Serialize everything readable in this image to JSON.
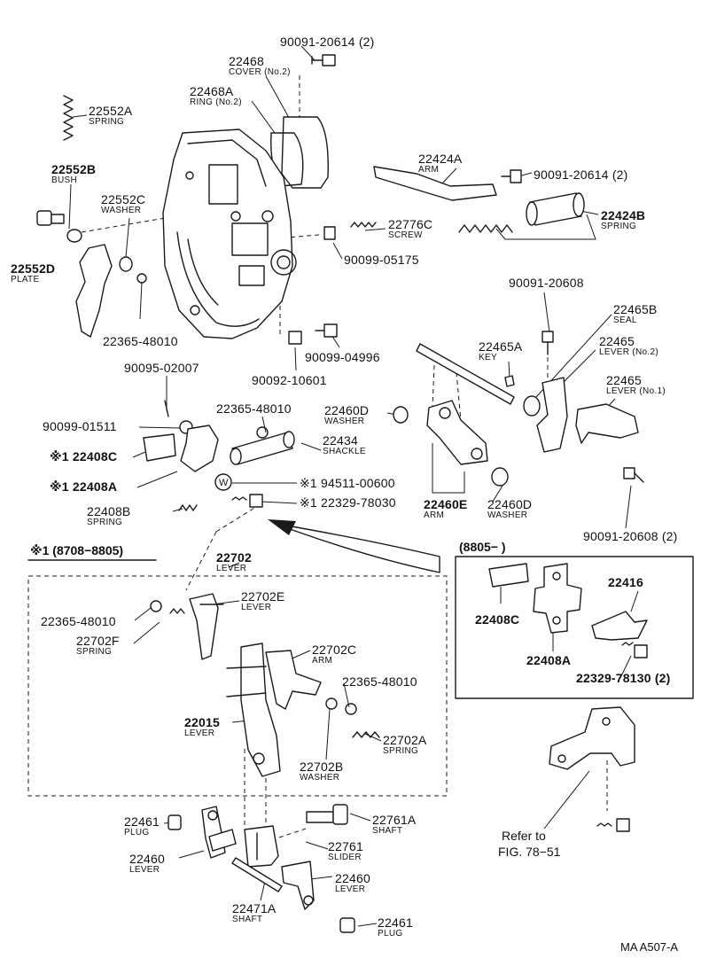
{
  "callouts": [
    {
      "id": "c-90091-20614-top",
      "number": "90091-20614 (2)",
      "name": "",
      "bold": false
    },
    {
      "id": "c-22468",
      "number": "22468",
      "name": "COVER (No.2)",
      "bold": false
    },
    {
      "id": "c-22468a",
      "number": "22468A",
      "name": "RING (No.2)",
      "bold": false
    },
    {
      "id": "c-22552a",
      "number": "22552A",
      "name": "SPRING",
      "bold": false
    },
    {
      "id": "c-22552b",
      "number": "22552B",
      "name": "BUSH",
      "bold": true
    },
    {
      "id": "c-22552c",
      "number": "22552C",
      "name": "WASHER",
      "bold": false
    },
    {
      "id": "c-22552d",
      "number": "22552D",
      "name": "PLATE",
      "bold": true
    },
    {
      "id": "c-22365-48010-a",
      "number": "22365-48010",
      "name": "",
      "bold": false
    },
    {
      "id": "c-22424a",
      "number": "22424A",
      "name": "ARM",
      "bold": false
    },
    {
      "id": "c-90091-20614-right",
      "number": "90091-20614 (2)",
      "name": "",
      "bold": false
    },
    {
      "id": "c-22424b",
      "number": "22424B",
      "name": "SPRING",
      "bold": true
    },
    {
      "id": "c-22776c",
      "number": "22776C",
      "name": "SCREW",
      "bold": false
    },
    {
      "id": "c-90099-05175",
      "number": "90099-05175",
      "name": "",
      "bold": false
    },
    {
      "id": "c-90091-20608",
      "number": "90091-20608",
      "name": "",
      "bold": false
    },
    {
      "id": "c-22465b",
      "number": "22465B",
      "name": "SEAL",
      "bold": false
    },
    {
      "id": "c-22465a",
      "number": "22465A",
      "name": "KEY",
      "bold": false
    },
    {
      "id": "c-22465-no2",
      "number": "22465",
      "name": "LEVER (No.2)",
      "bold": false
    },
    {
      "id": "c-22465-no1",
      "number": "22465",
      "name": "LEVER (No.1)",
      "bold": false
    },
    {
      "id": "c-90099-04996",
      "number": "90099-04996",
      "name": "",
      "bold": false
    },
    {
      "id": "c-90092-10601",
      "number": "90092-10601",
      "name": "",
      "bold": false
    },
    {
      "id": "c-90095-02007",
      "number": "90095-02007",
      "name": "",
      "bold": false
    },
    {
      "id": "c-90099-01511",
      "number": "90099-01511",
      "name": "",
      "bold": false
    },
    {
      "id": "c-22365-48010-b",
      "number": "22365-48010",
      "name": "",
      "bold": false
    },
    {
      "id": "c-22460d-top",
      "number": "22460D",
      "name": "WASHER",
      "bold": false
    },
    {
      "id": "c-22434",
      "number": "22434",
      "name": "SHACKLE",
      "bold": false
    },
    {
      "id": "c-22408c",
      "number": "※1 22408C",
      "name": "",
      "bold": true
    },
    {
      "id": "c-22408a",
      "number": "※1 22408A",
      "name": "",
      "bold": true
    },
    {
      "id": "c-94511-00600",
      "number": "※1 94511-00600",
      "name": "",
      "bold": false
    },
    {
      "id": "c-22460e",
      "number": "22460E",
      "name": "ARM",
      "bold": true
    },
    {
      "id": "c-22460d-bottom",
      "number": "22460D",
      "name": "WASHER",
      "bold": false
    },
    {
      "id": "c-22408b",
      "number": "22408B",
      "name": "SPRING",
      "bold": false
    },
    {
      "id": "c-22329-78030",
      "number": "※1 22329-78030",
      "name": "",
      "bold": false
    },
    {
      "id": "c-90091-20608-2",
      "number": "90091-20608 (2)",
      "name": "",
      "bold": false
    },
    {
      "id": "c-22702",
      "number": "22702",
      "name": "LEVER",
      "bold": true
    },
    {
      "id": "c-22702e",
      "number": "22702E",
      "name": "LEVER",
      "bold": false
    },
    {
      "id": "c-22365-48010-c",
      "number": "22365-48010",
      "name": "",
      "bold": false
    },
    {
      "id": "c-22702f",
      "number": "22702F",
      "name": "SPRING",
      "bold": false
    },
    {
      "id": "c-22702c",
      "number": "22702C",
      "name": "ARM",
      "bold": false
    },
    {
      "id": "c-22365-48010-d",
      "number": "22365-48010",
      "name": "",
      "bold": false
    },
    {
      "id": "c-22015",
      "number": "22015",
      "name": "LEVER",
      "bold": true
    },
    {
      "id": "c-22702a",
      "number": "22702A",
      "name": "SPRING",
      "bold": false
    },
    {
      "id": "c-22702b",
      "number": "22702B",
      "name": "WASHER",
      "bold": false
    },
    {
      "id": "c-22408c-new",
      "number": "22408C",
      "name": "",
      "bold": true
    },
    {
      "id": "c-22416",
      "number": "22416",
      "name": "",
      "bold": true
    },
    {
      "id": "c-22408a-new",
      "number": "22408A",
      "name": "",
      "bold": true
    },
    {
      "id": "c-22329-78130",
      "number": "22329-78130 (2)",
      "name": "",
      "bold": true
    },
    {
      "id": "c-22461-top",
      "number": "22461",
      "name": "PLUG",
      "bold": false
    },
    {
      "id": "c-22761a",
      "number": "22761A",
      "name": "SHAFT",
      "bold": false
    },
    {
      "id": "c-22761",
      "number": "22761",
      "name": "SLIDER",
      "bold": false
    },
    {
      "id": "c-22460-left",
      "number": "22460",
      "name": "LEVER",
      "bold": false
    },
    {
      "id": "c-22460-right",
      "number": "22460",
      "name": "LEVER",
      "bold": false
    },
    {
      "id": "c-22471a",
      "number": "22471A",
      "name": "SHAFT",
      "bold": false
    },
    {
      "id": "c-22461-bottom",
      "number": "22461",
      "name": "PLUG",
      "bold": false
    }
  ],
  "labels": {
    "variant_old": "※1 (8708−8805)",
    "variant_new": "(8805−          )",
    "refer_line1": "Refer to",
    "refer_line2": "FIG. 78−51",
    "figure_code": "MA A507-A"
  }
}
